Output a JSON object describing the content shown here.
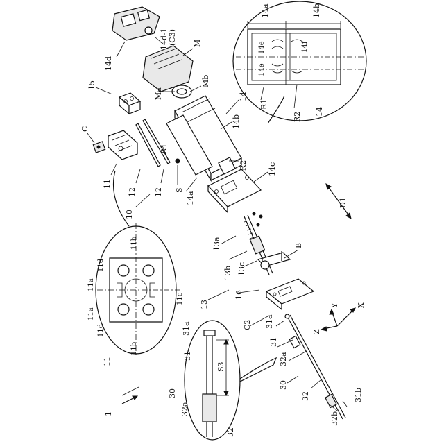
{
  "labels": {
    "fig_ref": "1",
    "l_14d": "14d",
    "l_14d1": "14d-1",
    "l_c3": "(C3)",
    "l_M": "M",
    "l_Ma": "Ma",
    "l_Mb": "Mb",
    "l_14a_top": "14a",
    "l_14b_top": "14b",
    "l_14e_a": "14e",
    "l_14f": "14f",
    "l_14e_b": "14e",
    "l_R1_top": "R1",
    "l_R2_top": "R2",
    "l_14_top": "14",
    "l_15": "15",
    "l_C": "C",
    "l_14": "14",
    "l_14b": "14b",
    "l_R1": "R1",
    "l_R2": "R2",
    "l_14c": "14c",
    "l_11_top": "11",
    "l_12_a": "12",
    "l_12_b": "12",
    "l_S": "S",
    "l_14a": "14a",
    "l_10": "10",
    "l_D1": "D1",
    "l_11b_top": "11b",
    "l_11d_top": "11d",
    "l_11a_top": "11a",
    "l_11a_bot": "11a",
    "l_11d_bot": "11d",
    "l_11c": "11c",
    "l_11b_bot": "11b",
    "l_11_bot": "11",
    "l_13a": "13a",
    "l_13b": "13b",
    "l_13c": "13c",
    "l_B": "B",
    "l_13": "13",
    "l_16": "16",
    "l_C2": "C2",
    "l_Y": "Y",
    "l_X": "X",
    "l_Z": "Z",
    "l_31a_left": "31a",
    "l_31_left": "31",
    "l_S3": "S3",
    "l_30_left": "30",
    "l_32a_left": "32a",
    "l_32_left": "32",
    "l_31a_right": "31a",
    "l_31_right": "31",
    "l_32a_right": "32a",
    "l_30_right": "30",
    "l_32_right": "32",
    "l_32b": "32b",
    "l_31b": "31b"
  }
}
